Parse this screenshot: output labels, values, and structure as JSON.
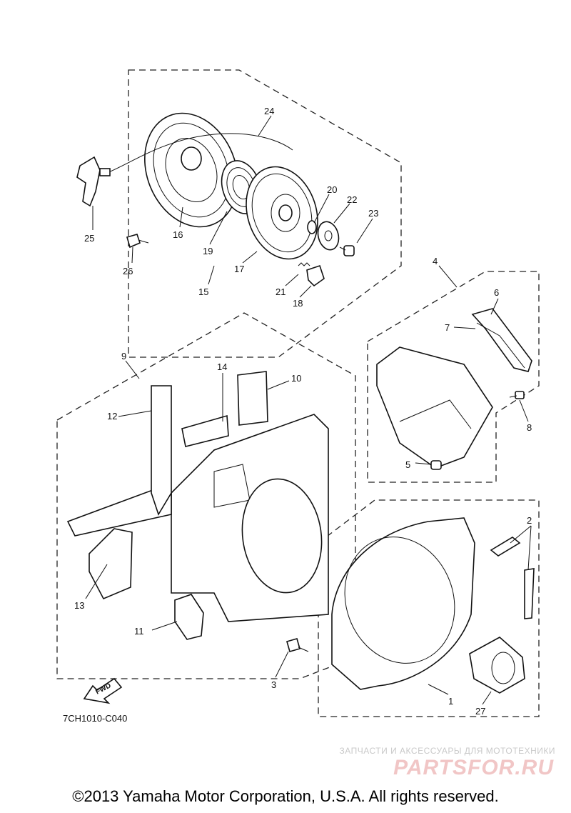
{
  "diagram": {
    "code": "7CH1010-C040",
    "fwd_label": "FWD",
    "callouts": [
      "1",
      "2",
      "3",
      "4",
      "5",
      "6",
      "7",
      "8",
      "9",
      "10",
      "11",
      "12",
      "13",
      "14",
      "15",
      "16",
      "17",
      "18",
      "19",
      "20",
      "21",
      "22",
      "23",
      "24",
      "25",
      "26",
      "27"
    ]
  },
  "watermark": {
    "tagline": "ЗАПЧАСТИ И АКСЕССУАРЫ ДЛЯ МОТОТЕХНИКИ",
    "logo": "PARTSFOR.RU"
  },
  "footer": {
    "copyright": "©2013 Yamaha Motor Corporation, U.S.A. All rights reserved."
  }
}
